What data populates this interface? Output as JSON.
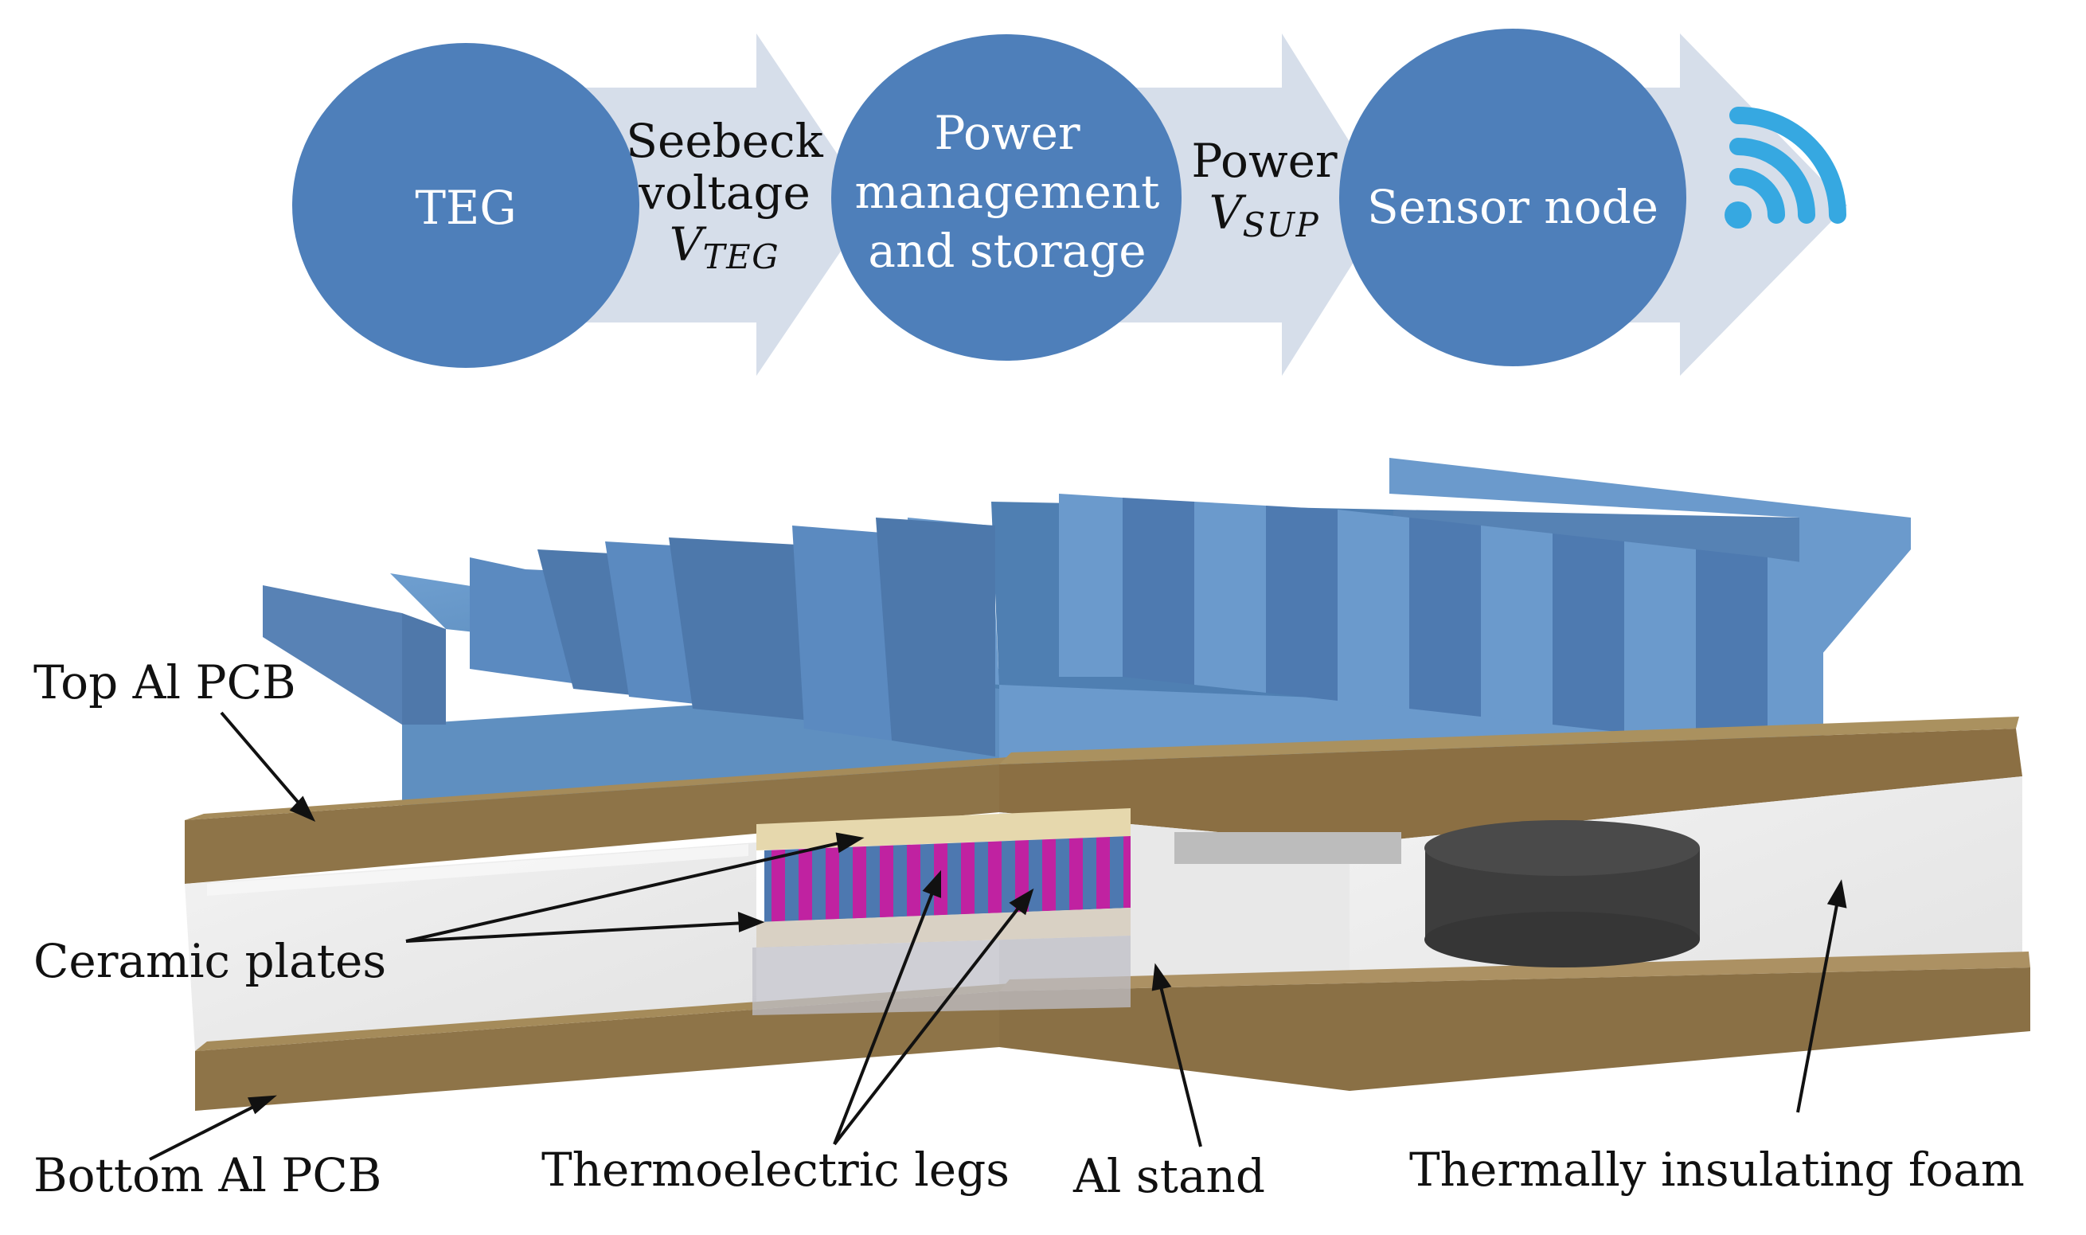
{
  "flow": {
    "teg": "TEG",
    "arrow1_line1": "Seebeck",
    "arrow1_line2": "voltage",
    "arrow1_var": "V",
    "arrow1_sub": "TEG",
    "power_mgmt_line1": "Power",
    "power_mgmt_line2": "management",
    "power_mgmt_line3": "and storage",
    "arrow2_line1": "Power",
    "arrow2_var": "V",
    "arrow2_sub": "SUP",
    "sensor_node": "Sensor node",
    "wireless_icon": "wifi-icon"
  },
  "labels": {
    "top_pcb": "Top Al PCB",
    "ceramic": "Ceramic plates",
    "bottom_pcb": "Bottom Al PCB",
    "legs": "Thermoelectric legs",
    "stand": "Al stand",
    "foam": "Thermally insulating foam"
  },
  "colors": {
    "circle_fill": "#4e7fba",
    "arrow_fill": "#d6deea",
    "heatsink": "#6b9acc",
    "pcb": "#8e7448",
    "wifi": "#36a8e1"
  }
}
